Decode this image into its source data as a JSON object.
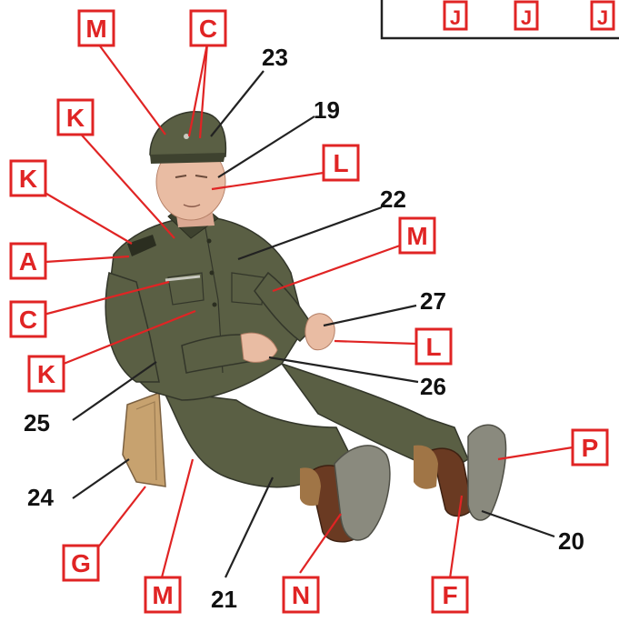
{
  "colors": {
    "callout_red": "#e02424",
    "leader_black": "#222222",
    "uniform_green": "#5a5f44",
    "skin": "#e9bca3",
    "boot_brown": "#6a3a22",
    "holster_tan": "#c7a26f"
  },
  "legend_box": {
    "labels": [
      "J",
      "J",
      "J"
    ]
  },
  "letter_callouts": {
    "m_cap": "M",
    "c_cap": "C",
    "k_collar": "K",
    "k_shoulder": "K",
    "a_shoulder": "A",
    "c_eagle": "C",
    "k_pocket": "K",
    "l_face": "L",
    "m_sleeve": "M",
    "l_hand": "L",
    "p_boot": "P",
    "g_holster": "G",
    "m_trousers": "M",
    "n_boot": "N",
    "f_boot": "F"
  },
  "number_callouts": {
    "n23": "23",
    "n19": "19",
    "n22": "22",
    "n27": "27",
    "n26": "26",
    "n25": "25",
    "n24": "24",
    "n20": "20",
    "n21": "21"
  }
}
